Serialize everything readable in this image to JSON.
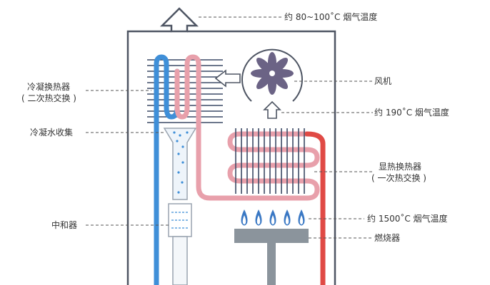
{
  "labels": {
    "exhaust_temp": "约 80~100˚C 烟气温度",
    "condensing_hx_line1": "冷凝换热器",
    "condensing_hx_line2": "( 二次热交换 )",
    "condensate_collect": "冷凝水收集",
    "neutralizer": "中和器",
    "fan": "风机",
    "fan_temp": "约 190˚C 烟气温度",
    "sensible_hx_line1": "显热换热器",
    "sensible_hx_line2": "( 一次热交换 )",
    "flame_temp": "约 1500˚C 烟气温度",
    "burner": "燃烧器"
  },
  "colors": {
    "cold_pipe": "#3f8fd8",
    "warm_pipe": "#e8a0ab",
    "hot_pipe": "#e04a45",
    "fins": "#3c4a66",
    "fan_blades": "#6b6385",
    "flame": "#3a78c4",
    "burner": "#8b949c",
    "outline": "#4e5563",
    "leader": "#555555"
  }
}
